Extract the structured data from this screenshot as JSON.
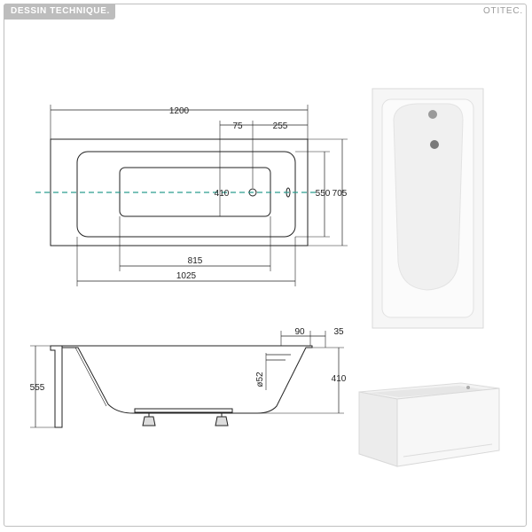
{
  "header": {
    "title": "DESSIN TECHNIQUE.",
    "brand": "OTITEC."
  },
  "top_view": {
    "overall_length": "1200",
    "drain_offset": "75",
    "drain_to_end": "255",
    "inner_width": "410",
    "basin_width": "550",
    "overall_width": "705",
    "bottom_length": "815",
    "inner_length": "1025"
  },
  "side_view": {
    "rim_depth": "90",
    "rim_thickness": "35",
    "total_height": "555",
    "depth": "410",
    "drain_diameter": "ø52"
  },
  "colors": {
    "accent_line": "#2a9d8f",
    "stroke": "#222222"
  }
}
